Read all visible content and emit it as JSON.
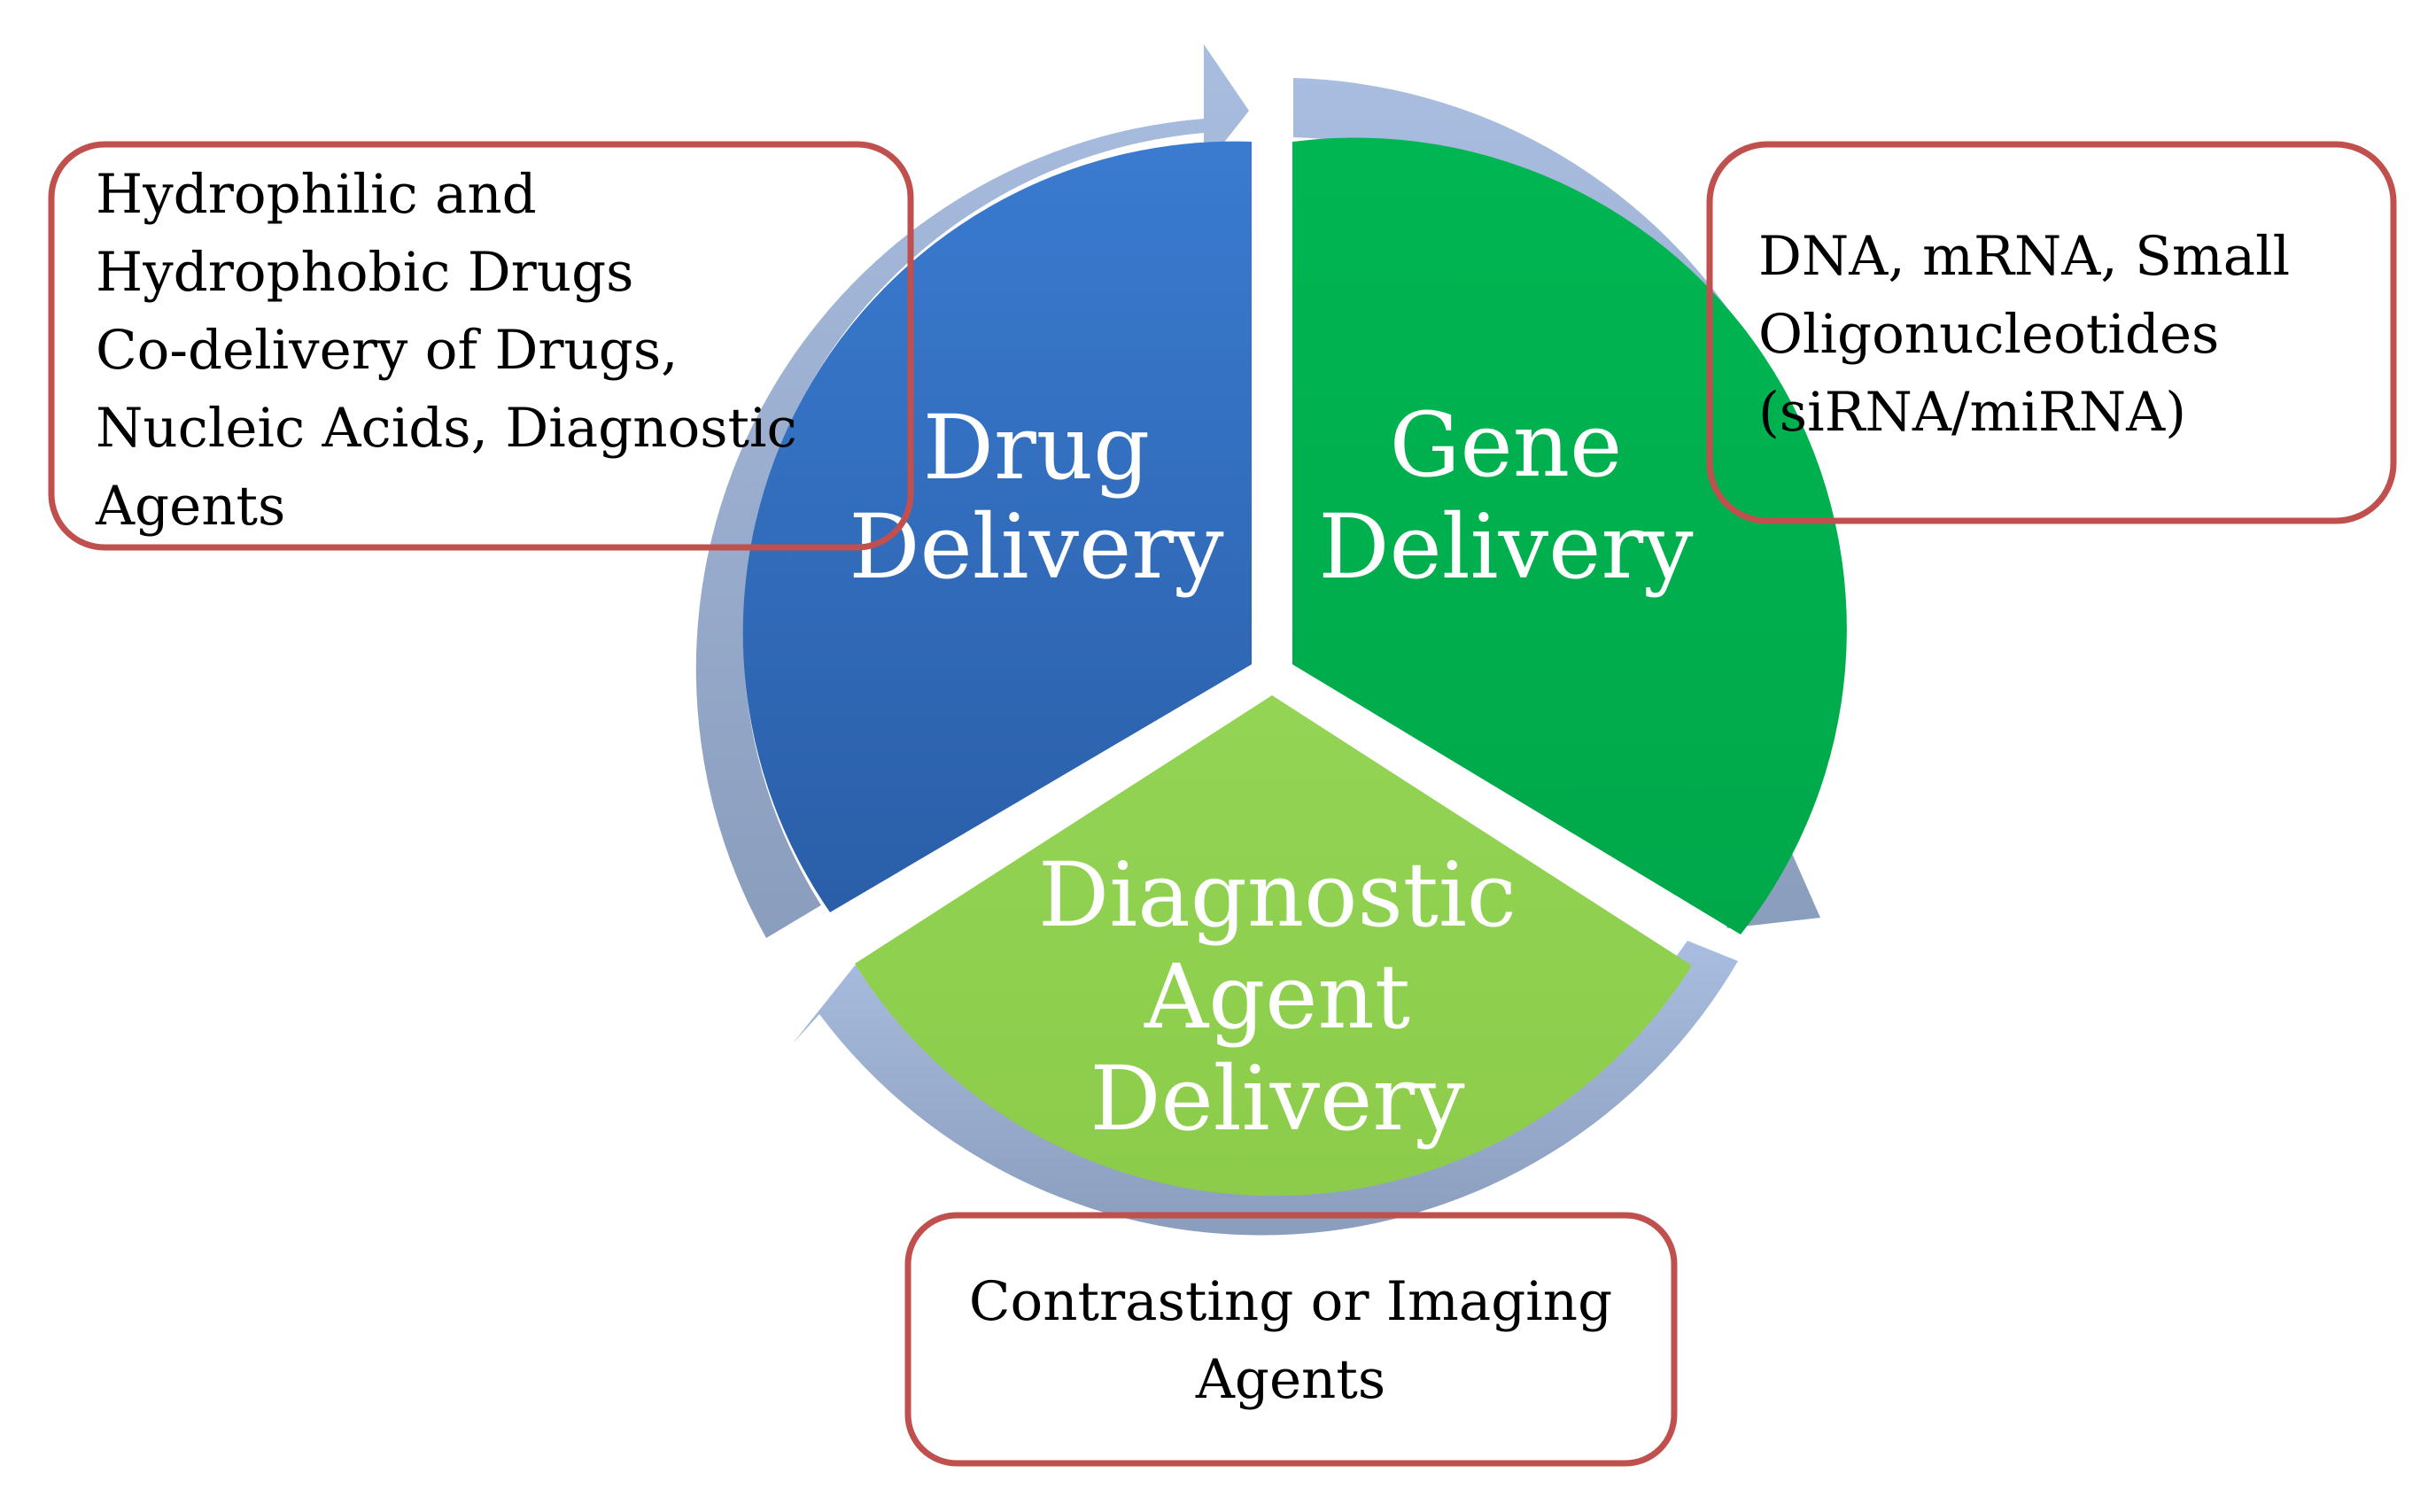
{
  "colors": {
    "drug_segment": "#2e67b3",
    "gene_segment": "#00b050",
    "diagnostic_segment": "#92d050",
    "cycle_arrow": "#9fb3d3",
    "callout_border": "#c0504d",
    "segment_text": "#ffffff",
    "callout_text": "#000000"
  },
  "segments": {
    "drug": {
      "line1": "Drug",
      "line2": "Delivery"
    },
    "gene": {
      "line1": "Gene",
      "line2": "Delivery"
    },
    "diagnostic": {
      "line1": "Diagnostic",
      "line2": "Agent",
      "line3": "Delivery"
    }
  },
  "callouts": {
    "drug": {
      "line1": "Hydrophilic and",
      "line2": "Hydrophobic Drugs",
      "line3": "Co-delivery of Drugs,",
      "line4": "Nucleic Acids,  Diagnostic",
      "line5": "Agents"
    },
    "gene": {
      "line1": "DNA, mRNA, Small",
      "line2": "Oligonucleotides",
      "line3": "(siRNA/miRNA)"
    },
    "diagnostic": {
      "line1": "Contrasting or Imaging",
      "line2": "Agents"
    }
  }
}
